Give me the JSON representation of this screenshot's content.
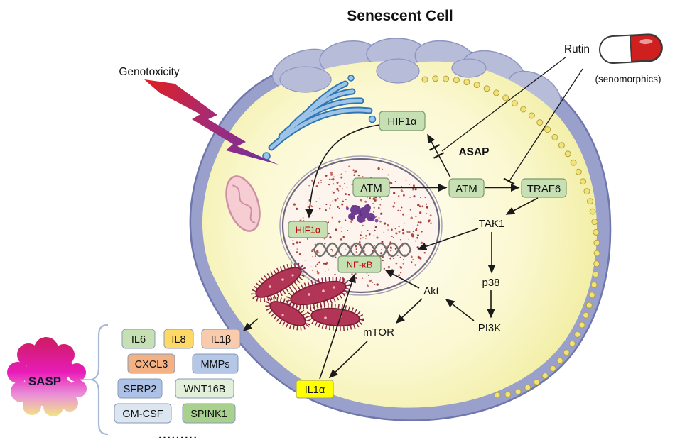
{
  "title": "Senescent Cell",
  "annotations": {
    "genotoxicity": "Genotoxicity",
    "rutin": "Rutin",
    "senomorphics": "(senomorphics)",
    "asap": "ASAP",
    "sasp": "SASP",
    "ellipsis": "........."
  },
  "pathway": {
    "hif1a_cyto": "HIF1α",
    "hif1a_nuc": "HIF1α",
    "atm_nuc": "ATM",
    "atm_cyto": "ATM",
    "traf6": "TRAF6",
    "tak1": "TAK1",
    "p38": "p38",
    "pi3k": "PI3K",
    "akt": "Akt",
    "mtor": "mTOR",
    "nfkb": "NF-κB",
    "il1a": "IL1α"
  },
  "sasp_factors": [
    {
      "label": "IL6",
      "color": "#c6e0b4"
    },
    {
      "label": "IL8",
      "color": "#ffd966"
    },
    {
      "label": "IL1β",
      "color": "#f8cbad"
    },
    {
      "label": "CXCL3",
      "color": "#f4b183"
    },
    {
      "label": "MMPs",
      "color": "#b4c7e7"
    },
    {
      "label": "SFRP2",
      "color": "#aec2e8"
    },
    {
      "label": "WNT16B",
      "color": "#e2efda"
    },
    {
      "label": "GM-CSF",
      "color": "#dce6f1"
    },
    {
      "label": "SPINK1",
      "color": "#a9d18e"
    }
  ],
  "colors": {
    "membrane": "#98a0cb",
    "membrane_outline": "#6f77ad",
    "membrane_folds": "#b7bdd9",
    "cytoplasm": "#f9f6c5",
    "node_fill": "#c6e0b4",
    "node_border": "#7a9a6d",
    "red_text": "#c00000",
    "il1a_fill": "#ffff00",
    "arrow": "#1a1a1a",
    "pill_red": "#cf1f1f",
    "bolt_red": "#e01f1f",
    "bolt_purple": "#6a30a0",
    "sasp_top": "#d11c6e",
    "sasp_bottom": "#f2ee7d",
    "bead": "#f2e27a"
  }
}
